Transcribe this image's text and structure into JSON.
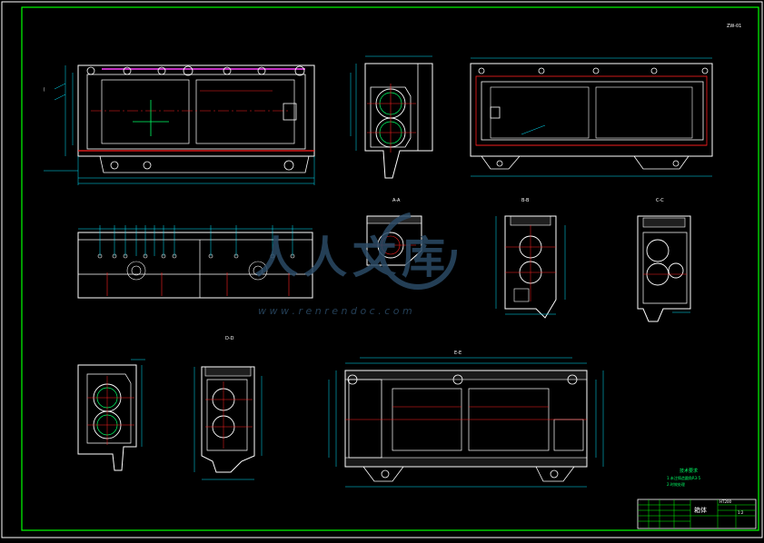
{
  "sheet": {
    "corner_code": "ZW-01",
    "colors": {
      "background": "#000000",
      "border": "#00ff00",
      "outline": "#ffffff",
      "hidden_edge": "#ff2020",
      "center_line": "#ff2020",
      "dimension": "#00e5ff",
      "magenta_leader": "#ff40ff",
      "watermark": "#2b4a66"
    }
  },
  "section_labels": {
    "a_a": "A-A",
    "b_b": "B-B",
    "c_c": "C-C",
    "d_d": "D-D",
    "e_e": "E-E"
  },
  "watermark": {
    "brand": "人人文库",
    "url": "w w w . r e n r e n d o c . c o m"
  },
  "notes": {
    "title": "技术要求",
    "line1": "1.未注铸造圆角R3-5",
    "line2": "2.时效处理"
  },
  "title_block": {
    "part_name": "箱体",
    "material": "HT200",
    "scale": "1:2"
  }
}
